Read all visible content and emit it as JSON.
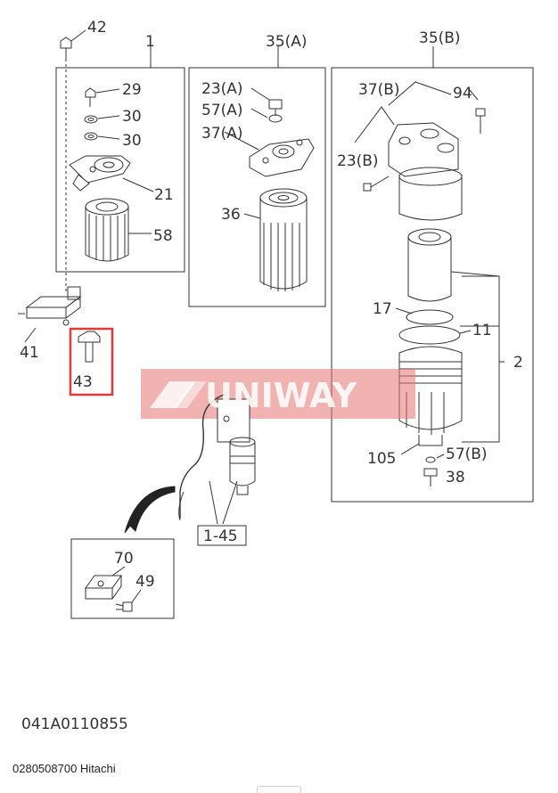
{
  "labels": {
    "l42": "42",
    "l1": "1",
    "l35a": "35(A)",
    "l35b": "35(B)",
    "l29": "29",
    "l30a": "30",
    "l30b": "30",
    "l21": "21",
    "l58": "58",
    "l23a": "23(A)",
    "l57a": "57(A)",
    "l37a": "37(A)",
    "l36": "36",
    "l37b": "37(B)",
    "l94": "94",
    "l23b": "23(B)",
    "l17": "17",
    "l11": "11",
    "l2": "2",
    "l105": "105",
    "l57b": "57(B)",
    "l38": "38",
    "l41": "41",
    "l43": "43",
    "l1_45": "1-45",
    "l70": "70",
    "l49": "49"
  },
  "diagram_code": "041A0110855",
  "watermark": "UNIWAY",
  "caption": "0280508700 Hitachi",
  "colors": {
    "line": "#333333",
    "highlight": "#e53935",
    "watermark": "#e57373"
  }
}
